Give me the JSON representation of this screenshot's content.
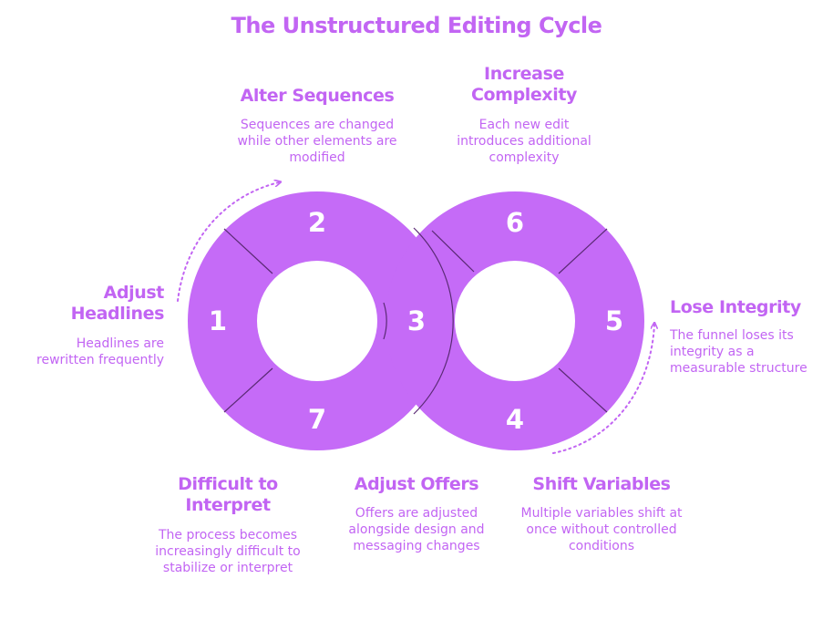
{
  "title": "The Unstructured Editing Cycle",
  "colors": {
    "accent": "#c265f3",
    "ring": "#c56bf7",
    "divider": "#5a2a74"
  },
  "steps": [
    {
      "number": "1",
      "heading": "Adjust Headlines",
      "description": "Headlines are rewritten frequently"
    },
    {
      "number": "2",
      "heading": "Alter Sequences",
      "description": "Sequences are changed while other elements are modified"
    },
    {
      "number": "3",
      "heading": "Adjust Offers",
      "description": "Offers are adjusted alongside design and messaging changes"
    },
    {
      "number": "4",
      "heading": "Shift Variables",
      "description": "Multiple variables shift at once without controlled conditions"
    },
    {
      "number": "5",
      "heading": "Lose Integrity",
      "description": "The funnel loses its integrity as a measurable structure"
    },
    {
      "number": "6",
      "heading": "Increase Complexity",
      "description": "Each new edit introduces additional complexity"
    },
    {
      "number": "7",
      "heading": "Difficult to Interpret",
      "description": "The process becomes increasingly difficult to stabilize or interpret"
    }
  ]
}
